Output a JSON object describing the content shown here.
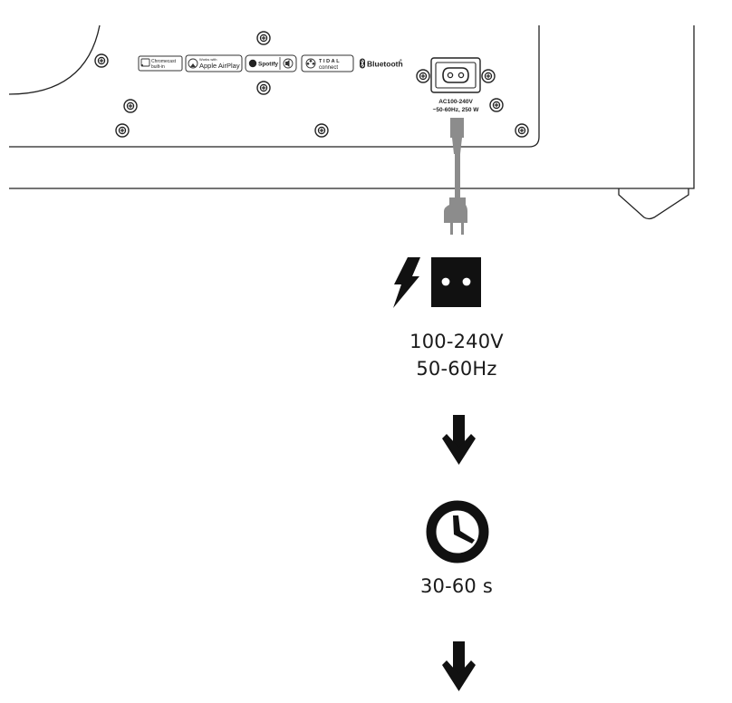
{
  "badges": {
    "chromecast": {
      "line1": "Chromecast",
      "line2": "built-in"
    },
    "airplay": {
      "small": "Works with",
      "main": "Apple AirPlay"
    },
    "spotify": {
      "main": "Spotify"
    },
    "tidal": {
      "line1": "TIDAL",
      "line2": "connect"
    },
    "bluetooth": {
      "main": "Bluetooth",
      "mark": "®"
    }
  },
  "power_inlet": {
    "label_line1": "AC100-240V",
    "label_line2": "~50-60Hz, 250 W"
  },
  "steps": {
    "voltage_line1": "100-240V",
    "voltage_line2": "50-60Hz",
    "wait_time": "30-60 s"
  },
  "colors": {
    "outline": "#222222",
    "cable": "#8c8c8c",
    "icon": "#111111"
  }
}
